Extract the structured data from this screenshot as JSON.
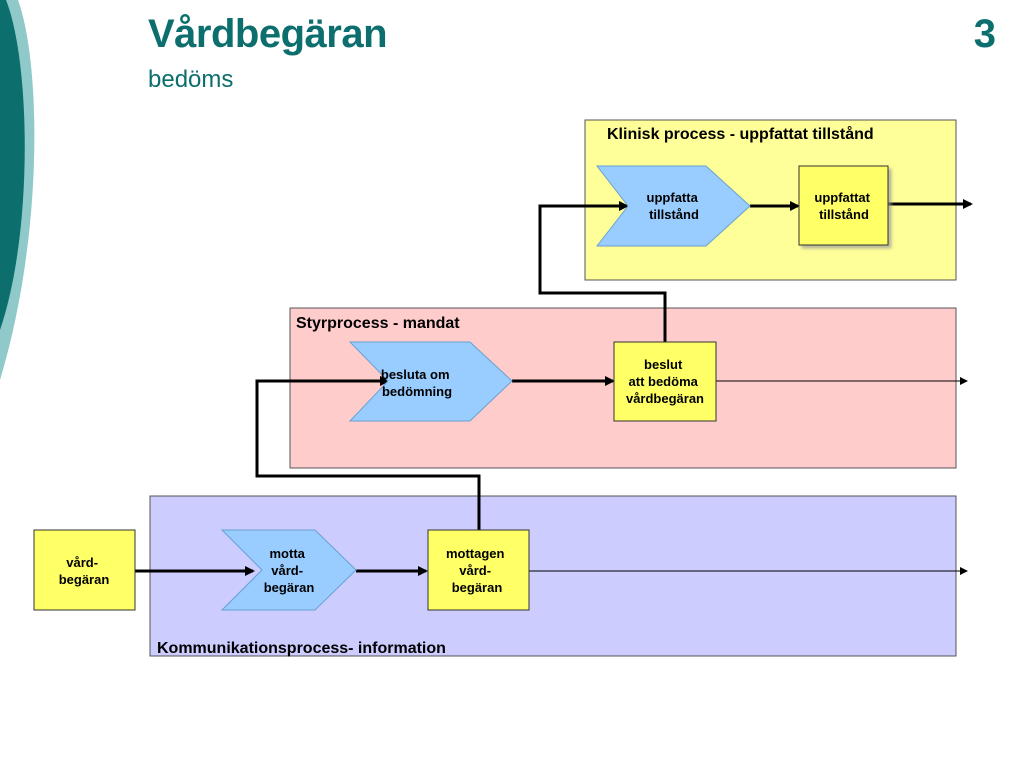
{
  "slide": {
    "title": "Vårdbegäran",
    "subtitle": "bedöms",
    "page_number": "3"
  },
  "colors": {
    "teal_dark": "#0d6e6e",
    "teal_light": "#8fc9c9",
    "lane_clinical": "#ffff99",
    "lane_control": "#ffcccc",
    "lane_communication": "#ccccff",
    "activity_fill": "#99ccff",
    "object_fill": "#ffff66"
  },
  "lanes": {
    "clinical": "Klinisk process - uppfattat tillstånd",
    "control": "Styrprocess - mandat",
    "communication": "Kommunikationsprocess- information"
  },
  "nodes": {
    "input_request": [
      "vård-",
      "begäran"
    ],
    "receive": [
      "motta",
      "vård-",
      "begäran"
    ],
    "received": [
      "mottagen",
      "vård-",
      "begäran"
    ],
    "decide": [
      "besluta om",
      "bedömning"
    ],
    "decision": [
      "beslut",
      "att bedöma",
      "vårdbegäran"
    ],
    "perceive": [
      "uppfatta",
      "tillstånd"
    ],
    "perceived": [
      "uppfattat",
      "tillstånd"
    ]
  }
}
